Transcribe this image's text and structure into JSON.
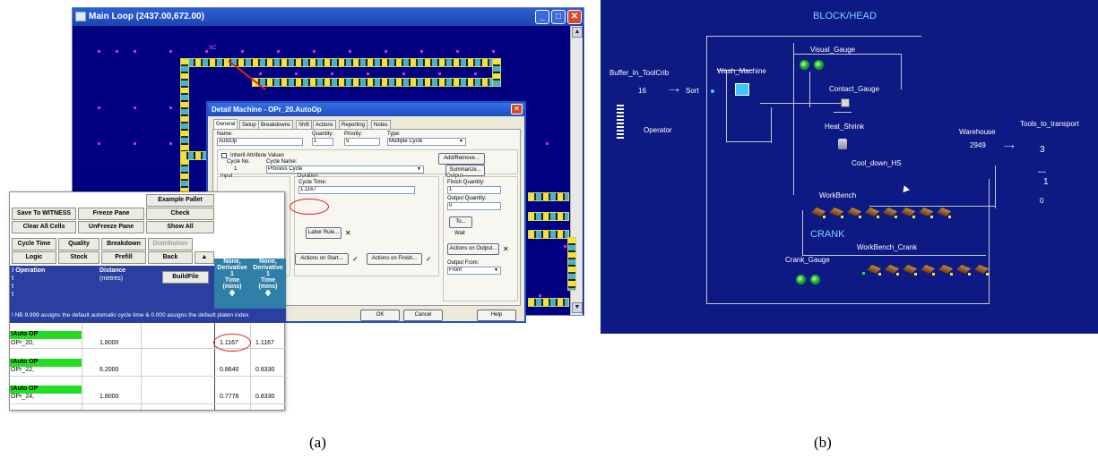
{
  "panel_a": {
    "main_window": {
      "title": "Main Loop (2437.00,672.00)",
      "window_buttons": [
        "_",
        "□",
        "✕"
      ],
      "scroll_up": "▲",
      "scroll_down": "▼",
      "node_label": "SC"
    },
    "dialog": {
      "title": "Detail Machine - OPr_20.AutoOp",
      "close": "✕",
      "tabs": [
        "General",
        "Setup",
        "Breakdowns",
        "Shift",
        "Actions",
        "Reporting",
        "Notes"
      ],
      "name_label": "Name:",
      "name_value": "AutoOp",
      "quantity_label": "Quantity:",
      "quantity_value": "1",
      "priority_label": "Priority:",
      "priority_value": "5",
      "type_label": "Type:",
      "type_value": "Multiple Cycle",
      "inherit_label": "Inherit Attribute Values",
      "cycle_no_label": "Cycle No.",
      "cycle_no_value": "1",
      "cycle_name_label": "Cycle Name:",
      "cycle_name_value": "Process Cycle",
      "add_remove": "Add/Remove...",
      "summarize": "Summarize...",
      "input_label": "Input",
      "duration_label": "Duration",
      "cycle_time_label": "Cycle Time:",
      "cycle_time_value": "1.1167",
      "output_label": "Output",
      "finish_qty_label": "Finish Quantity:",
      "finish_qty_value": "1",
      "output_qty_label": "Output Quantity:",
      "output_qty_value": "0",
      "to_button": "To...",
      "wait_label": "Wait",
      "labor_rule": "Labor Rule...",
      "actions_on_start": "Actions on Start...",
      "actions_on_finish": "Actions on Finish...",
      "actions_on_output": "Actions on Output...",
      "output_from_label": "Output From:",
      "output_from_value": "Front",
      "ok": "OK",
      "cancel": "Cancel",
      "help": "Help",
      "check_glyph": "✓",
      "x_glyph": "✕",
      "dropdown_glyph": "▼"
    },
    "sheet": {
      "buttons": {
        "example_pallet": "Example Pallet",
        "save_to_witness": "Save To WITNESS",
        "freeze_pane": "Freeze Pane",
        "check": "Check",
        "clear_all_cells": "Clear All Cells",
        "unfreeze_pane": "UnFreeze Pane",
        "show_all": "Show All",
        "cycle_time": "Cycle Time",
        "quality": "Quality",
        "breakdown": "Breakdown",
        "distribution": "Distribution",
        "logic": "Logic",
        "stock": "Stock",
        "prefill": "Prefill",
        "back": "Back",
        "up_arrow": "▲",
        "buildfile": "BuildFile"
      },
      "header": {
        "operation": "! Operation",
        "distance": "Distance",
        "distance_unit": "(metres)",
        "none": "None,",
        "derivative": "Derivative",
        "deriv_num": "1",
        "time": "Time",
        "mins": "(mins)",
        "down_arrow": "🡇",
        "bang": "!"
      },
      "note": "! NB 9.999 assigns the default automatic cycle time & 0.000 assigns the default platen index",
      "rows": [
        {
          "group": "!Auto OP",
          "operation": "OPr_20,",
          "distance": "1.8000",
          "time1": "1.1167",
          "time2": "1.1167"
        },
        {
          "group": "!Auto OP",
          "operation": "OPr_22,",
          "distance": "6.2000",
          "time1": "0.8640",
          "time2": "0.8330"
        },
        {
          "group": "!Auto OP",
          "operation": "OPr_24,",
          "distance": "1.8000",
          "time1": "0.7776",
          "time2": "0.8330"
        }
      ]
    },
    "caption": "(a)"
  },
  "panel_b": {
    "title": "BLOCK/HEAD",
    "buffer_label": "Buffer_In_ToolCrib",
    "buffer_count": "16",
    "sort_label": "Sort",
    "operator_label": "Operator",
    "wash_label": "Wash_Machine",
    "visual_gauge_label": "Visual_Gauge",
    "contact_gauge_label": "Contact_Gauge",
    "heat_shrink_label": "Heat_Shrink",
    "cool_down_label": "Cool_down_HS",
    "warehouse_label": "Warehouse",
    "warehouse_count": "2949",
    "tools_label": "Tools_to_transport",
    "tools_count": "3",
    "dots": "....",
    "right_count_1": "1",
    "right_count_0": "0",
    "workbench_label": "WorkBench",
    "crank_label": "CRANK",
    "crank_gauge_label": "Crank_Gauge",
    "workbench_crank_label": "WorkBench_Crank",
    "arrow": "⟶",
    "caption": "(b)",
    "colors": {
      "background": "#0d1a84",
      "crank_label": "#7fd3ff",
      "gauge": "#22c022"
    }
  }
}
